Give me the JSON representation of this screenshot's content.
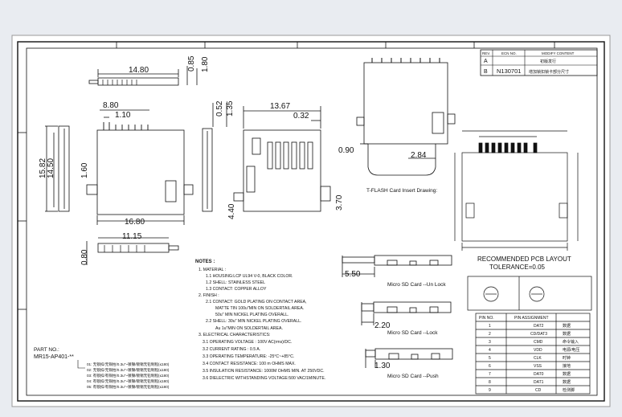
{
  "revision_table": {
    "headers": [
      "REV.",
      "ECN NO.",
      "MODIFY CONTENT"
    ],
    "rows": [
      {
        "rev": "A",
        "ecn": "",
        "content": "初版发行"
      },
      {
        "rev": "B",
        "ecn": "N130701",
        "content": "增加锁扣锁卡部分尺寸"
      }
    ]
  },
  "top_view": {
    "dim_width": "14.80",
    "dim_h1": "0.85",
    "dim_h2": "1.80"
  },
  "front_view": {
    "dim_pitch_total": "8.80",
    "dim_pitch": "1.10",
    "dim_height_outer": "15.82",
    "dim_height_inner": "14.50",
    "dim_left": "1.60",
    "dim_width": "16.80"
  },
  "bottom_view": {
    "dim_width": "11.15",
    "dim_h": "0.80"
  },
  "side_view": {
    "dim_a": "0.52",
    "dim_b": "1.35"
  },
  "back_view": {
    "dim_width": "13.67",
    "dim_top": "0.32",
    "dim_left": "4.40",
    "dim_right": "3.70"
  },
  "insert_view": {
    "dim_left": "0.90",
    "dim_right": "2.84",
    "caption": "T-FLASH Card Insert Drawing:"
  },
  "pcb": {
    "title": "RECOMMENDED PCB LAYOUT",
    "tolerance": "TOLERANCE=0.05"
  },
  "lock_views": [
    {
      "dim": "5.50",
      "caption": "Micro SD Card  --Un Lock"
    },
    {
      "dim": "2.20",
      "caption": "Micro SD Card  --Lock"
    },
    {
      "dim": "1.30",
      "caption": "Micro SD Card  --Push"
    }
  ],
  "notes": {
    "title": "NOTES :",
    "lines": [
      "1. MATERIAL :",
      "1.1 HOUSING:LCP UL94 V-0, BLACK COLOR.",
      "1.2 SHELL: STAINLESS STEEL",
      "1.3 CONTACT: COPPER ALLOY",
      "2. FINISH :",
      "2.1 CONTACT: GOLD PLATING ON CONTACT AREA,",
      "MATTE TIN 100u\"MIN ON SOLDERTAIL AREA.",
      "50u\" MIN NICKEL PLATING OVERALL.",
      "2.2 SHELL: 30u\" MIN NICKEL PLATING OVERALL.",
      "Au 1u\"MIN ON SOLDERTAIL AREA.",
      "3. ELECTRICAL CHARACTERISTICS:",
      "3.1 OPERATING VOLTAGE : 100V AC(rms)/DC.",
      "3.2 CURRENT RATING : 0.5 A.",
      "3.3 OPERATING TEMPERATURE: -25°C~+85°C.",
      "3.4 CONTACT RESISTANCE: 100 m OHMS MAX.",
      "3.5 INSULATION RESISTANCE: 1000M OHMS MIN. AT 250VDC.",
      "3.6 DIELECTRIC WITHSTANDING VOLTAGE:500 VAC/1MINUTE."
    ]
  },
  "part_no": {
    "label": "PART NO.:",
    "value": "MR15-AP401-**",
    "options": [
      "01: 无锁扣/无铜柱/0.3u\"~镀镍/镀锡无铅制程(≤180)",
      "02: 无锁扣/无铜柱/0.3u\"~镀镍/镀锡无铅制程(≤180)",
      "03: 有锁扣/有铜柱/0.3u\"~镀镍/镀锡无铅制程(≤180)",
      "04: 有锁扣/无铜柱/0.3u\"~镀镍/镀锡无铅制程(≤180)",
      "05: 有锁扣/有铜柱/0.3u\"~镀镍/镀锡无铅制程(≤180)"
    ]
  },
  "pin_table": {
    "headers": [
      "PIN NO.",
      "PIN ASSIGNMENT",
      ""
    ],
    "rows": [
      [
        "1",
        "DAT2",
        "数据"
      ],
      [
        "2",
        "CD/DAT3",
        "数据"
      ],
      [
        "3",
        "CMD",
        "命令输入"
      ],
      [
        "4",
        "VDD",
        "电源/电压"
      ],
      [
        "5",
        "CLK",
        "时钟"
      ],
      [
        "6",
        "VSS",
        "接地"
      ],
      [
        "7",
        "DAT0",
        "数据"
      ],
      [
        "8",
        "DAT1",
        "数据"
      ],
      [
        "9",
        "CD",
        "检测脚"
      ]
    ]
  }
}
